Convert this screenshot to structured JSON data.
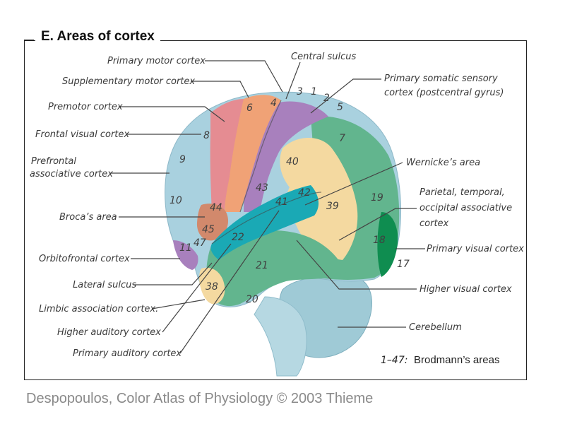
{
  "figure_title": "E. Areas of cortex",
  "credit": "Despopoulos, Color Atlas of Physiology © 2003 Thieme",
  "legend": {
    "range": "1–47:",
    "text": "Brodmann’s areas"
  },
  "labels": {
    "primary_motor_cortex": "Primary motor cortex",
    "central_sulcus": "Central sulcus",
    "primary_somatic_sensory_line1": "Primary somatic sensory",
    "primary_somatic_sensory_line2": "cortex (postcentral gyrus)",
    "supplementary_motor_cortex": "Supplementary motor cortex",
    "premotor_cortex": "Premotor cortex",
    "frontal_visual_cortex": "Frontal visual cortex",
    "prefrontal_line1": "Prefrontal",
    "prefrontal_line2": "associative cortex",
    "brocas_area": "Broca’s area",
    "orbitofrontal_cortex": "Orbitofrontal cortex",
    "lateral_sulcus": "Lateral sulcus",
    "limbic_association_cortex": "Limbic association cortex.",
    "higher_auditory_cortex": "Higher auditory cortex",
    "primary_auditory_cortex": "Primary auditory cortex",
    "wernickes_area": "Wernicke’s area",
    "pto_line1": "Parietal, temporal,",
    "pto_line2": "occipital associative",
    "pto_line3": "cortex",
    "primary_visual_cortex": "Primary visual cortex",
    "higher_visual_cortex": "Higher visual cortex",
    "cerebellum": "Cerebellum"
  },
  "areas": {
    "a1": "1",
    "a2": "2",
    "a3": "3",
    "a4": "4",
    "a5": "5",
    "a6": "6",
    "a7": "7",
    "a8": "8",
    "a9": "9",
    "a10": "10",
    "a11": "11",
    "a17": "17",
    "a18": "18",
    "a19": "19",
    "a20": "20",
    "a21": "21",
    "a22": "22",
    "a38": "38",
    "a39": "39",
    "a40": "40",
    "a41": "41",
    "a42": "42",
    "a43": "43",
    "a44": "44",
    "a45": "45",
    "a47": "47"
  },
  "colors": {
    "prefrontal": "#a9d1df",
    "premotor": "#e58c92",
    "motor": "#f0a276",
    "sensory": "#a880bd",
    "parietal_assoc": "#f4d9a0",
    "auditory": "#1aa9b5",
    "temporal": "#62b58e",
    "occipital": "#3aa572",
    "visual": "#0f8d50",
    "cerebellum": "#9fcad6"
  }
}
